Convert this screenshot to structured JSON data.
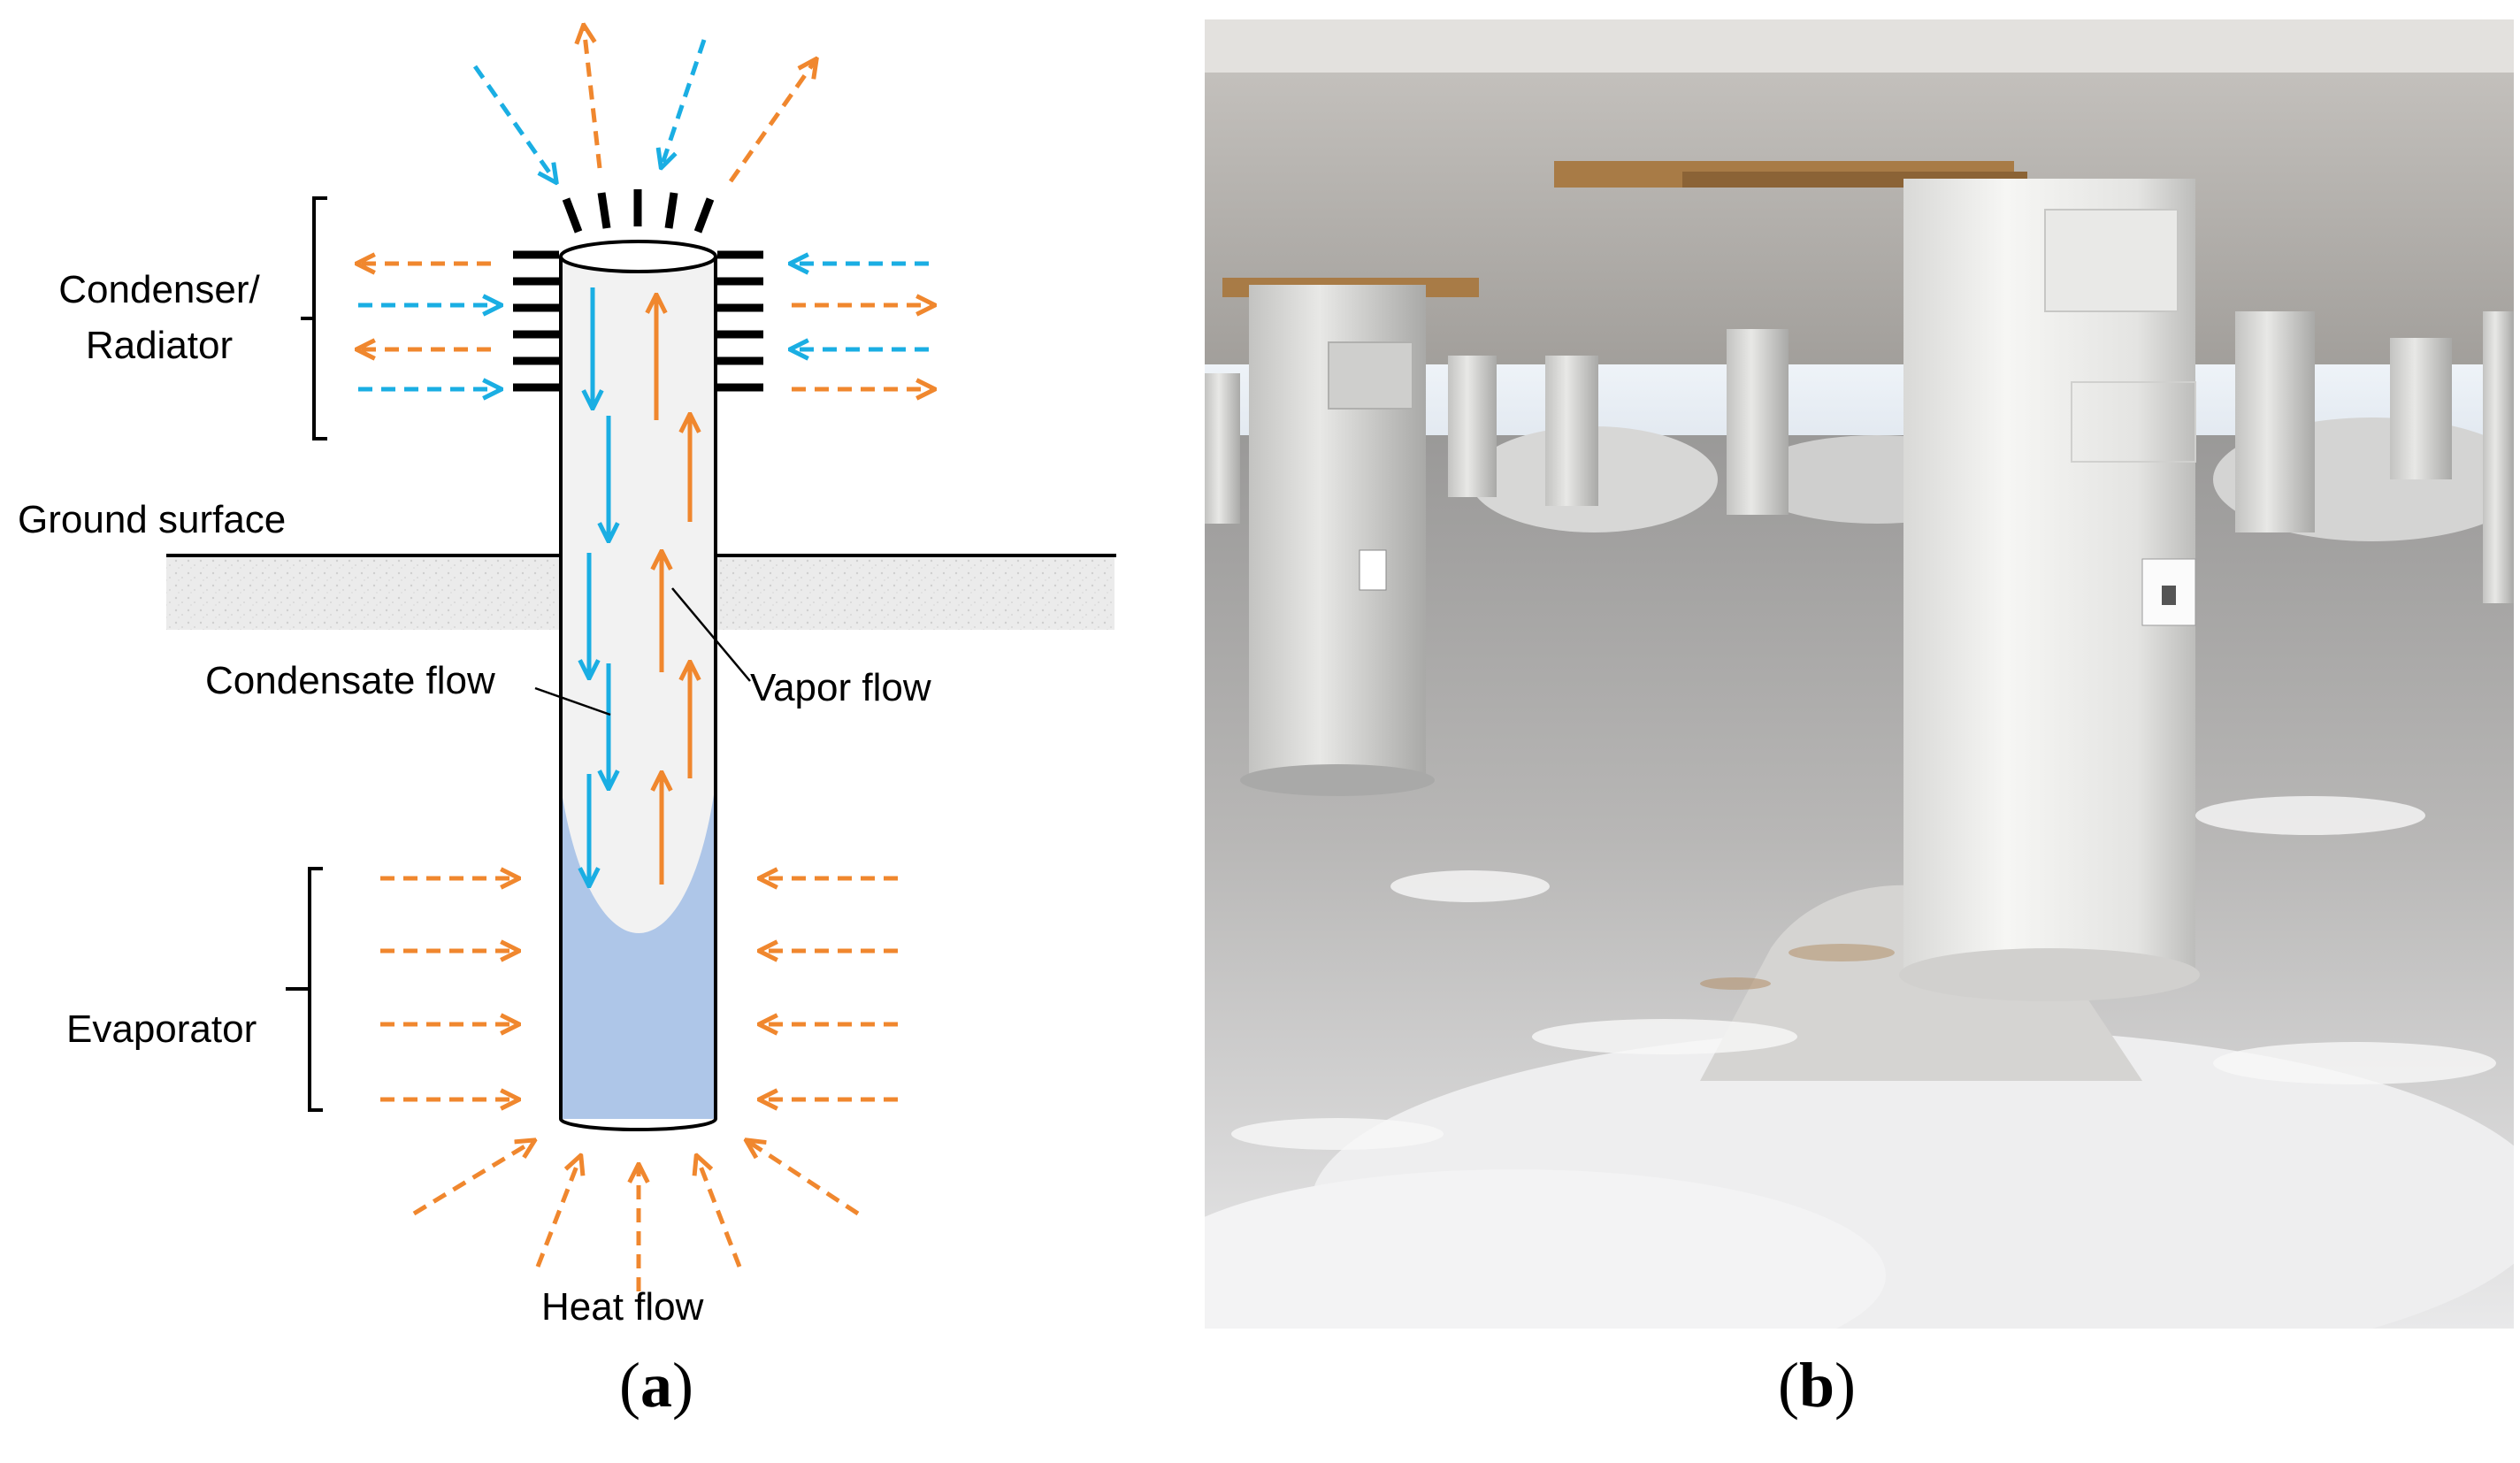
{
  "panel_a": {
    "labels": {
      "condenser_line1": "Condenser/",
      "condenser_line2": "Radiator",
      "ground": "Ground surface",
      "condensate": "Condensate flow",
      "vapor": "Vapor flow",
      "evaporator": "Evaporator",
      "heat": "Heat flow"
    },
    "caption_letter": "a"
  },
  "panel_b": {
    "caption_letter": "b"
  },
  "colors": {
    "heat_arrow": "#f0872e",
    "cold_arrow": "#1aaee3",
    "liquid": "#aec6e8",
    "pipe": "#f2f2f2",
    "ground_fill": "#e8e8e8"
  }
}
